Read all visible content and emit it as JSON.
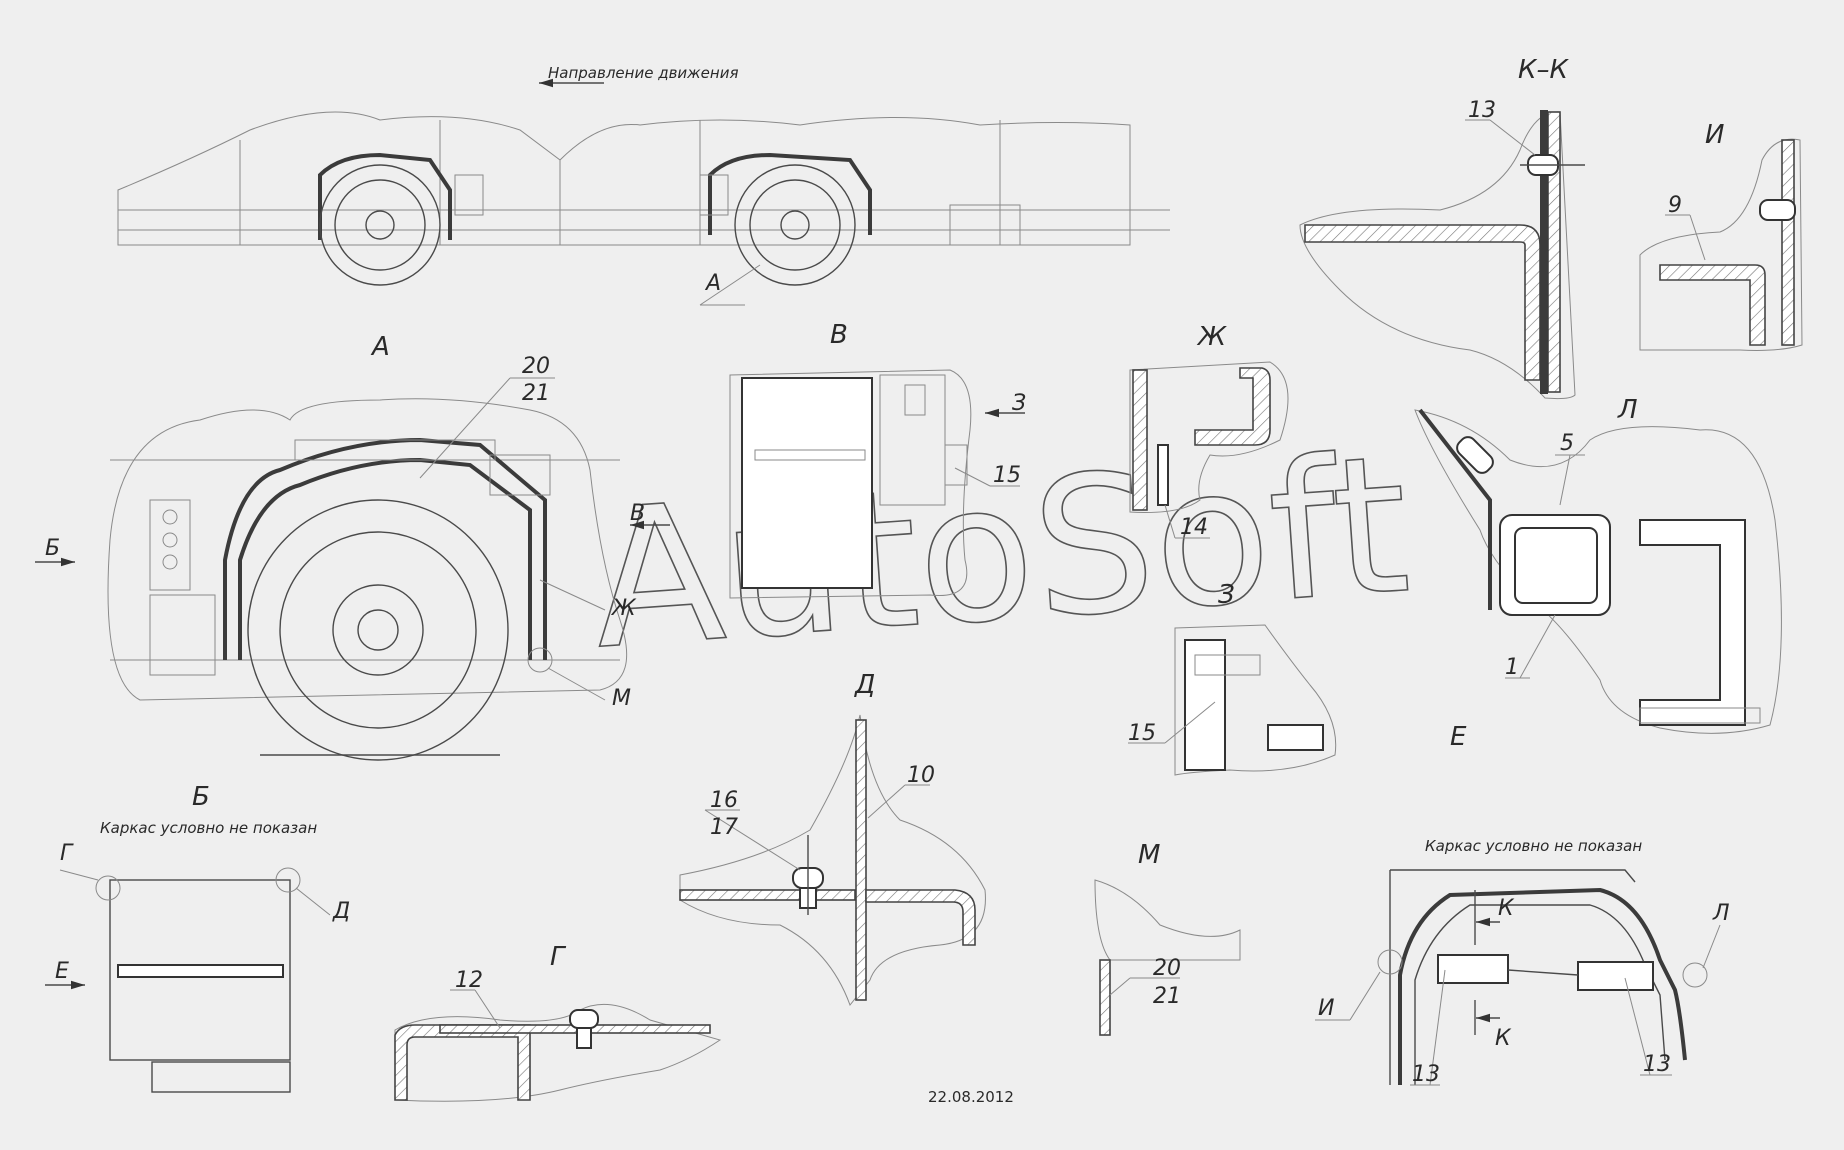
{
  "drawing": {
    "direction_label": "Направление движения",
    "watermark": "AutoSoft",
    "date": "22.08.2012"
  },
  "views": {
    "A_title": "А",
    "V_title": "В",
    "Zh_title": "Ж",
    "KK_title": "К–К",
    "I_title": "И",
    "L_title": "Л",
    "Z_title": "З",
    "E_title": "Е",
    "B_title": "Б",
    "D_title": "Д",
    "G_title": "Г",
    "M_title": "М",
    "frame_note": "Каркас условно не показан"
  },
  "callouts": {
    "arrow_A": "А",
    "arrow_B": "Б",
    "arrow_V": "В",
    "arrow_Zh": "Ж",
    "arrow_M": "М",
    "arrow_Z": "З",
    "arrow_G": "Г",
    "arrow_D": "Д",
    "arrow_E": "Е",
    "arrow_I": "И",
    "arrow_L": "Л",
    "arrow_K_top": "К",
    "arrow_K_bottom": "К"
  },
  "part_numbers": {
    "p20": "20",
    "p21": "21",
    "p15": "15",
    "p14": "14",
    "p13": "13",
    "p9": "9",
    "p5": "5",
    "p1": "1",
    "p10": "10",
    "p16": "16",
    "p17": "17",
    "p12": "12"
  }
}
